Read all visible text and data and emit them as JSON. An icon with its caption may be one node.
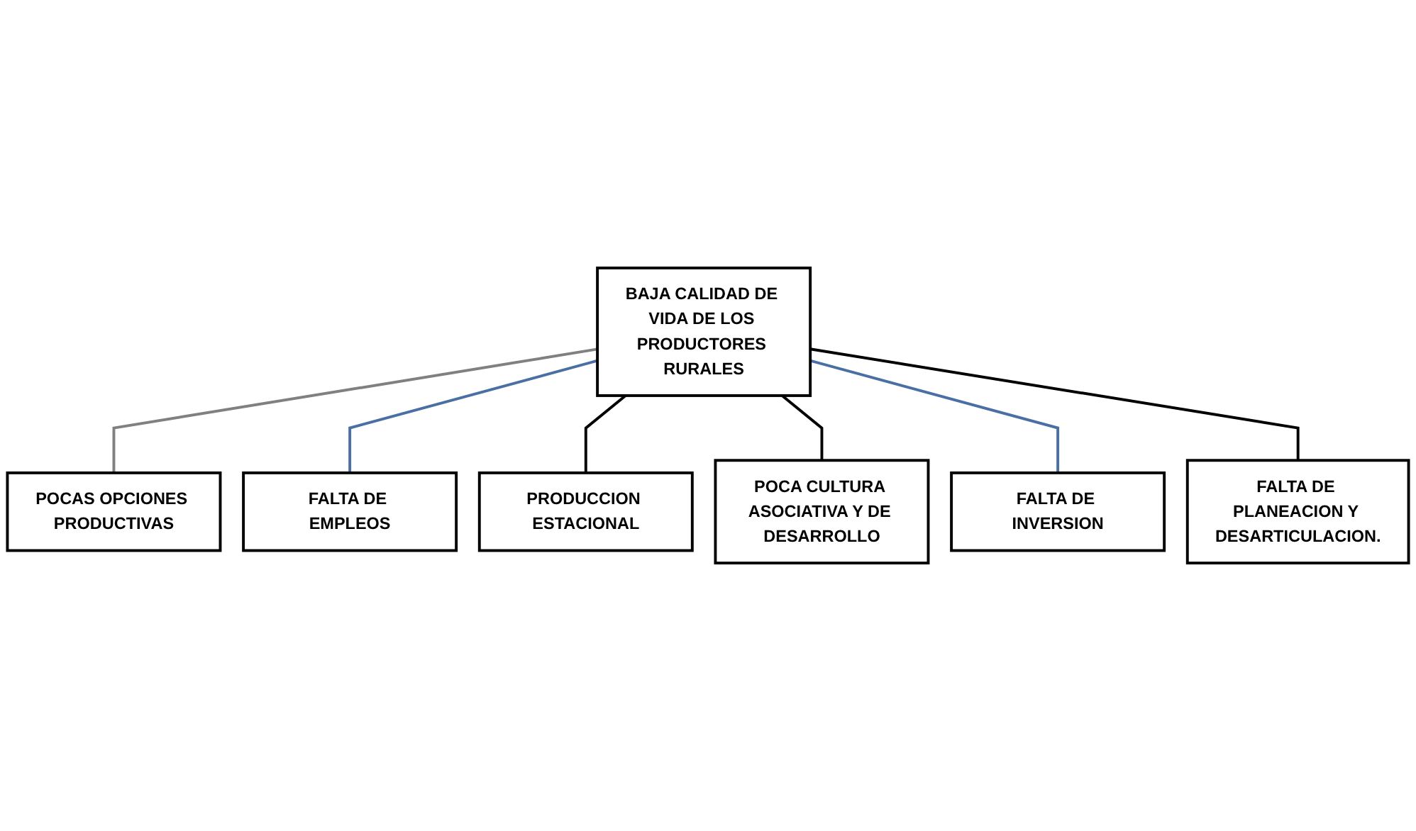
{
  "diagram": {
    "nodes": [
      {
        "text": [
          "BAJA CALIDAD DE VIDA DE LOS PRODUCTORES RURALES"
        ]
      },
      {
        "text": [
          "POCAS OPCIONES PRODUCTIVAS"
        ]
      },
      {
        "text": [
          "FALTA DE EMPLEOS"
        ]
      },
      {
        "text": [
          "PRODUCCION ESTACIONAL"
        ]
      },
      {
        "text": [
          "POCA CULTURA ASOCIATIVA Y DE DESARROLLO"
        ]
      },
      {
        "text": [
          "FALTA DE INVERSION"
        ]
      },
      {
        "text": [
          "FALTA DE PLANEACION Y DESARTICULACION."
        ]
      }
    ],
    "edges": [
      {
        "from": 0,
        "to": 1,
        "arrow": "none",
        "color": "#808080"
      },
      {
        "from": 0,
        "to": 2,
        "arrow": "none",
        "color": "#4a6fa5"
      },
      {
        "from": 0,
        "to": 3,
        "arrow": "none"
      },
      {
        "from": 0,
        "to": 4,
        "arrow": "none"
      },
      {
        "from": 0,
        "to": 5,
        "arrow": "none",
        "color": "#4a6fa5"
      },
      {
        "from": 0,
        "to": 6,
        "arrow": "none"
      }
    ]
  }
}
